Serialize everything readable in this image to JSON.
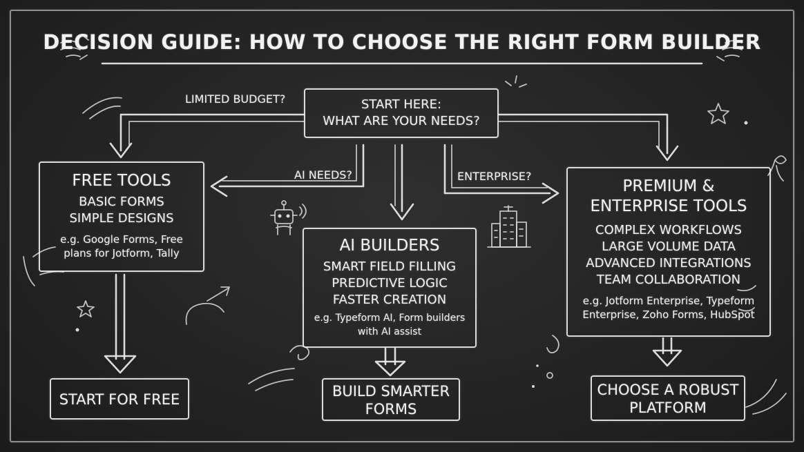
{
  "title": "DECISION GUIDE: HOW TO CHOOSE THE RIGHT FORM BUILDER",
  "start": {
    "line1": "START HERE:",
    "line2": "WHAT ARE YOUR NEEDS?"
  },
  "edges": {
    "budget": "LIMITED BUDGET?",
    "ai": "AI NEEDS?",
    "enterprise": "ENTERPRISE?"
  },
  "free": {
    "heading": "FREE TOOLS",
    "items": [
      "BASIC FORMS",
      "SIMPLE DESIGNS"
    ],
    "example": [
      "e.g. Google Forms, Free",
      "plans for Jotform, Tally"
    ],
    "action": "START FOR FREE"
  },
  "ai": {
    "heading": "AI BUILDERS",
    "items": [
      "SMART FIELD FILLING",
      "PREDICTIVE LOGIC",
      "FASTER CREATION"
    ],
    "example": [
      "e.g. Typeform AI, Form builders",
      "with AI assist"
    ],
    "action": [
      "BUILD SMARTER",
      "FORMS"
    ]
  },
  "premium": {
    "heading": [
      "PREMIUM &",
      "ENTERPRISE TOOLS"
    ],
    "items": [
      "COMPLEX WORKFLOWS",
      "LARGE VOLUME DATA",
      "ADVANCED INTEGRATIONS",
      "TEAM COLLABORATION"
    ],
    "example": [
      "e.g. Jotform Enterprise, Typeform",
      "Enterprise, Zoho Forms, HubSpot"
    ],
    "action": [
      "CHOOSE A ROBUST",
      "PLATFORM"
    ]
  },
  "icons": [
    "robot-icon",
    "building-icon",
    "star-icon"
  ],
  "colors": {
    "board": "#262626",
    "chalk": "#ececec"
  }
}
